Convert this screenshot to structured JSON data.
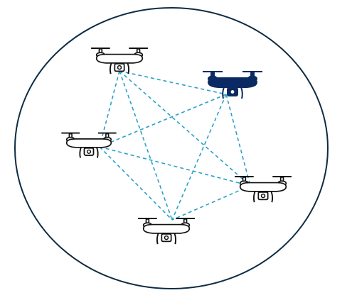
{
  "diagram": {
    "colors": {
      "boundary": "#0e2c42",
      "link": "#2aa1c8",
      "drone_outline": "#111111",
      "drone_fill": "#ffffff",
      "leader_fill": "#0b2a63"
    },
    "nodes": [
      {
        "id": "drone-top-left",
        "role": "member",
        "icon": "drone-outline-icon"
      },
      {
        "id": "drone-leader",
        "role": "leader",
        "icon": "drone-filled-icon"
      },
      {
        "id": "drone-middle-left",
        "role": "member",
        "icon": "drone-outline-icon"
      },
      {
        "id": "drone-right",
        "role": "member",
        "icon": "drone-outline-icon"
      },
      {
        "id": "drone-bottom",
        "role": "member",
        "icon": "drone-outline-icon"
      }
    ],
    "links": [
      [
        "drone-top-left",
        "drone-leader"
      ],
      [
        "drone-top-left",
        "drone-middle-left"
      ],
      [
        "drone-top-left",
        "drone-bottom"
      ],
      [
        "drone-top-left",
        "drone-right"
      ],
      [
        "drone-leader",
        "drone-middle-left"
      ],
      [
        "drone-leader",
        "drone-bottom"
      ],
      [
        "drone-leader",
        "drone-right"
      ],
      [
        "drone-middle-left",
        "drone-right"
      ],
      [
        "drone-middle-left",
        "drone-bottom"
      ],
      [
        "drone-right",
        "drone-bottom"
      ]
    ]
  }
}
